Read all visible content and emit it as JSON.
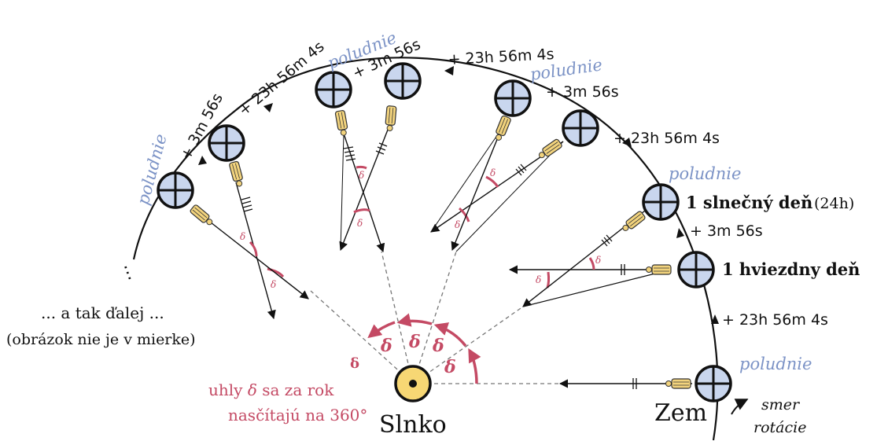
{
  "labels": {
    "noon": "poludnie",
    "sidereal_add": "+ 23h 56m 4s",
    "solar_add": "+ 3m 56s",
    "solar_day": "1 slnečný deň",
    "solar_day_hours": "(24h)",
    "sidereal_day": "1 hviezdny deň",
    "and_so_on": "... a tak ďalej ...",
    "not_to_scale": "(obrázok nie je v mierke)",
    "angles_note_line1_pre": "uhly",
    "angles_note_symbol": "δ",
    "angles_note_line1_post": "sa za rok",
    "angles_note_line2": "nasčítajú na 360°",
    "sun": "Slnko",
    "earth": "Zem",
    "rotation_line1": "smer",
    "rotation_line2": "rotácie",
    "delta": "δ",
    "ellipsis": "⋯"
  },
  "colors": {
    "earth_fill": "#c9d6ee",
    "sun_fill": "#f7d774",
    "accent_red": "#c44a64",
    "noon_blue": "#7c93c6",
    "man_fill": "#f2d37d"
  }
}
